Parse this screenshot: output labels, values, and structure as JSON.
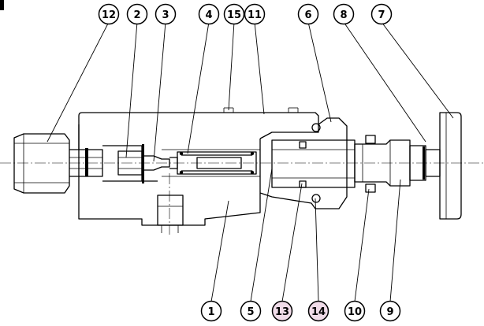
{
  "callouts": [
    {
      "label": "12",
      "highlight": false
    },
    {
      "label": "2",
      "highlight": false
    },
    {
      "label": "3",
      "highlight": false
    },
    {
      "label": "4",
      "highlight": false
    },
    {
      "label": "15",
      "highlight": false
    },
    {
      "label": "11",
      "highlight": false
    },
    {
      "label": "6",
      "highlight": false
    },
    {
      "label": "8",
      "highlight": false
    },
    {
      "label": "7",
      "highlight": false
    },
    {
      "label": "1",
      "highlight": false
    },
    {
      "label": "5",
      "highlight": false
    },
    {
      "label": "13",
      "highlight": true
    },
    {
      "label": "14",
      "highlight": true
    },
    {
      "label": "10",
      "highlight": false
    },
    {
      "label": "9",
      "highlight": false
    }
  ],
  "colors": {
    "line": "#000000",
    "highlight_fill": "#f0dbe8",
    "background": "#ffffff"
  }
}
